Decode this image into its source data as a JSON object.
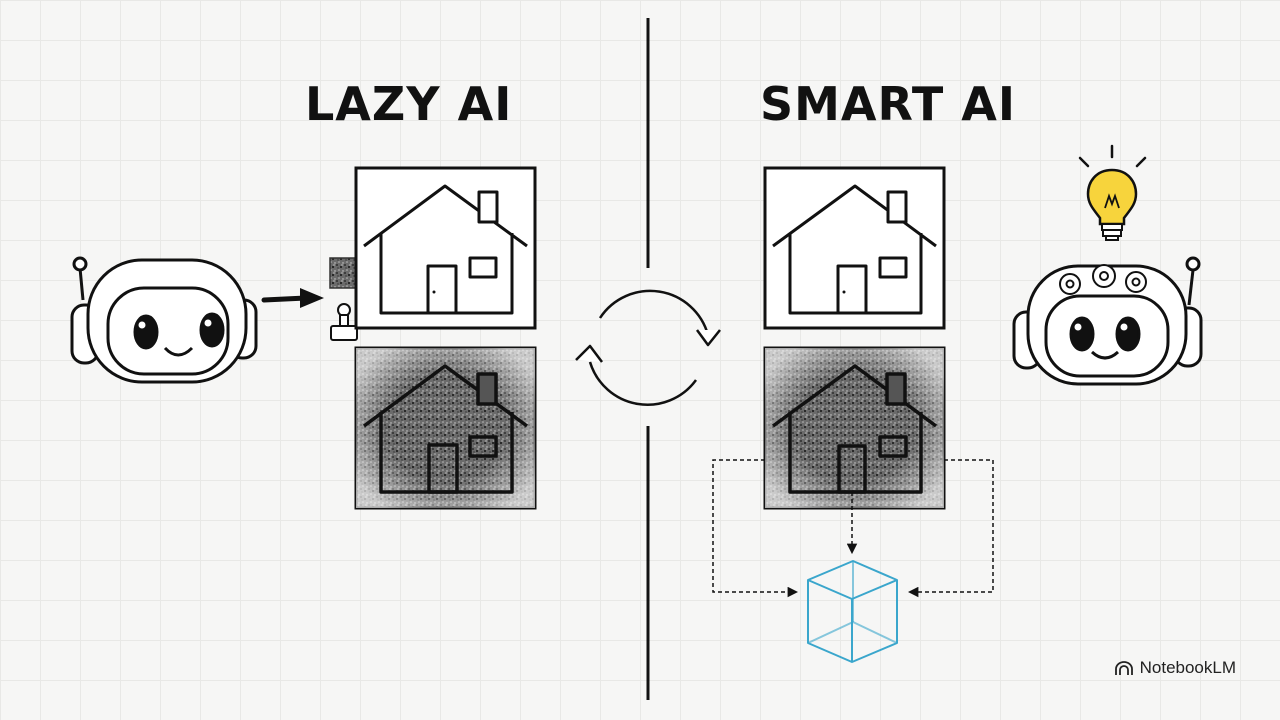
{
  "left": {
    "title": "LAZY AI"
  },
  "right": {
    "title": "SMART AI"
  },
  "branding": {
    "label": "NotebookLM",
    "icon": "notebooklm-logo-icon"
  },
  "colors": {
    "ink": "#111111",
    "bulb": "#f7d43c",
    "cube": "#3aa6cc",
    "background": "#f6f6f5"
  }
}
